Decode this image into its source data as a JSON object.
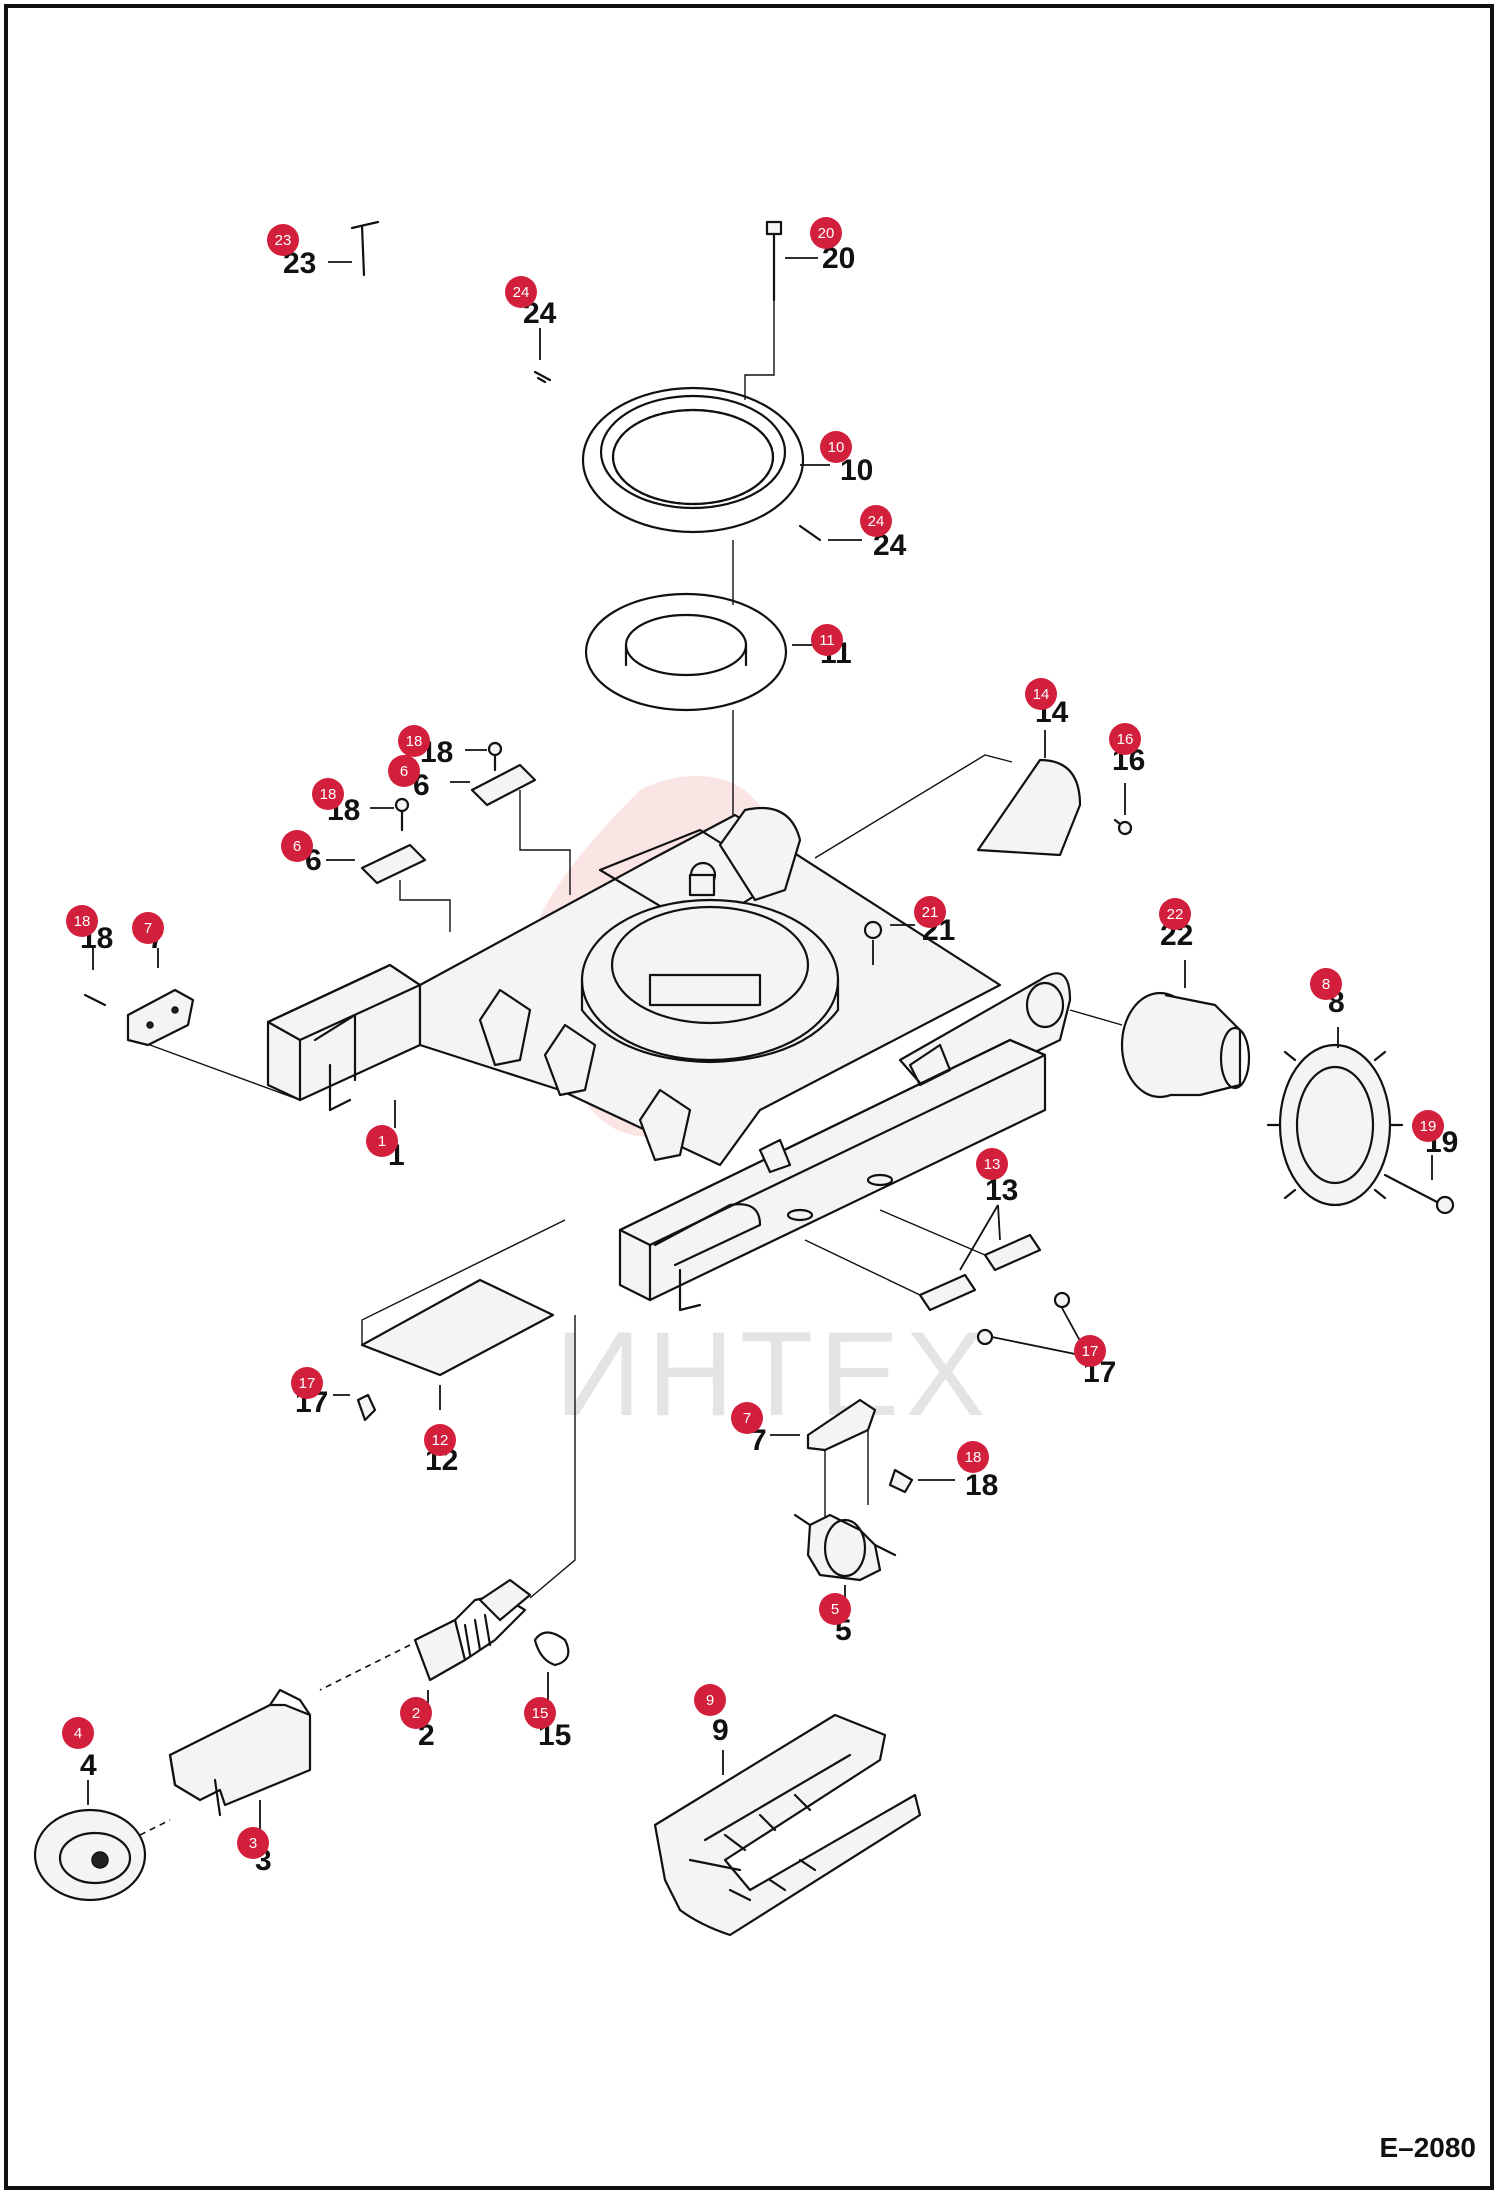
{
  "drawing_ref": "E–2080",
  "watermark": "ИНТЕХ",
  "callouts": [
    {
      "id": "23",
      "text": "23"
    },
    {
      "id": "20",
      "text": "20"
    },
    {
      "id": "24a",
      "text": "24"
    },
    {
      "id": "10",
      "text": "10"
    },
    {
      "id": "24b",
      "text": "24"
    },
    {
      "id": "11",
      "text": "11"
    },
    {
      "id": "14",
      "text": "14"
    },
    {
      "id": "16",
      "text": "16"
    },
    {
      "id": "18a",
      "text": "18"
    },
    {
      "id": "6a",
      "text": "6"
    },
    {
      "id": "18b",
      "text": "18"
    },
    {
      "id": "6b",
      "text": "6"
    },
    {
      "id": "21",
      "text": "21"
    },
    {
      "id": "22",
      "text": "22"
    },
    {
      "id": "18c",
      "text": "18"
    },
    {
      "id": "7a",
      "text": "7"
    },
    {
      "id": "8",
      "text": "8"
    },
    {
      "id": "19",
      "text": "19"
    },
    {
      "id": "1",
      "text": "1"
    },
    {
      "id": "13",
      "text": "13"
    },
    {
      "id": "17a",
      "text": "17"
    },
    {
      "id": "17b",
      "text": "17"
    },
    {
      "id": "12",
      "text": "12"
    },
    {
      "id": "7b",
      "text": "7"
    },
    {
      "id": "18d",
      "text": "18"
    },
    {
      "id": "5",
      "text": "5"
    },
    {
      "id": "2",
      "text": "2"
    },
    {
      "id": "15",
      "text": "15"
    },
    {
      "id": "9",
      "text": "9"
    },
    {
      "id": "4",
      "text": "4"
    },
    {
      "id": "3",
      "text": "3"
    }
  ]
}
